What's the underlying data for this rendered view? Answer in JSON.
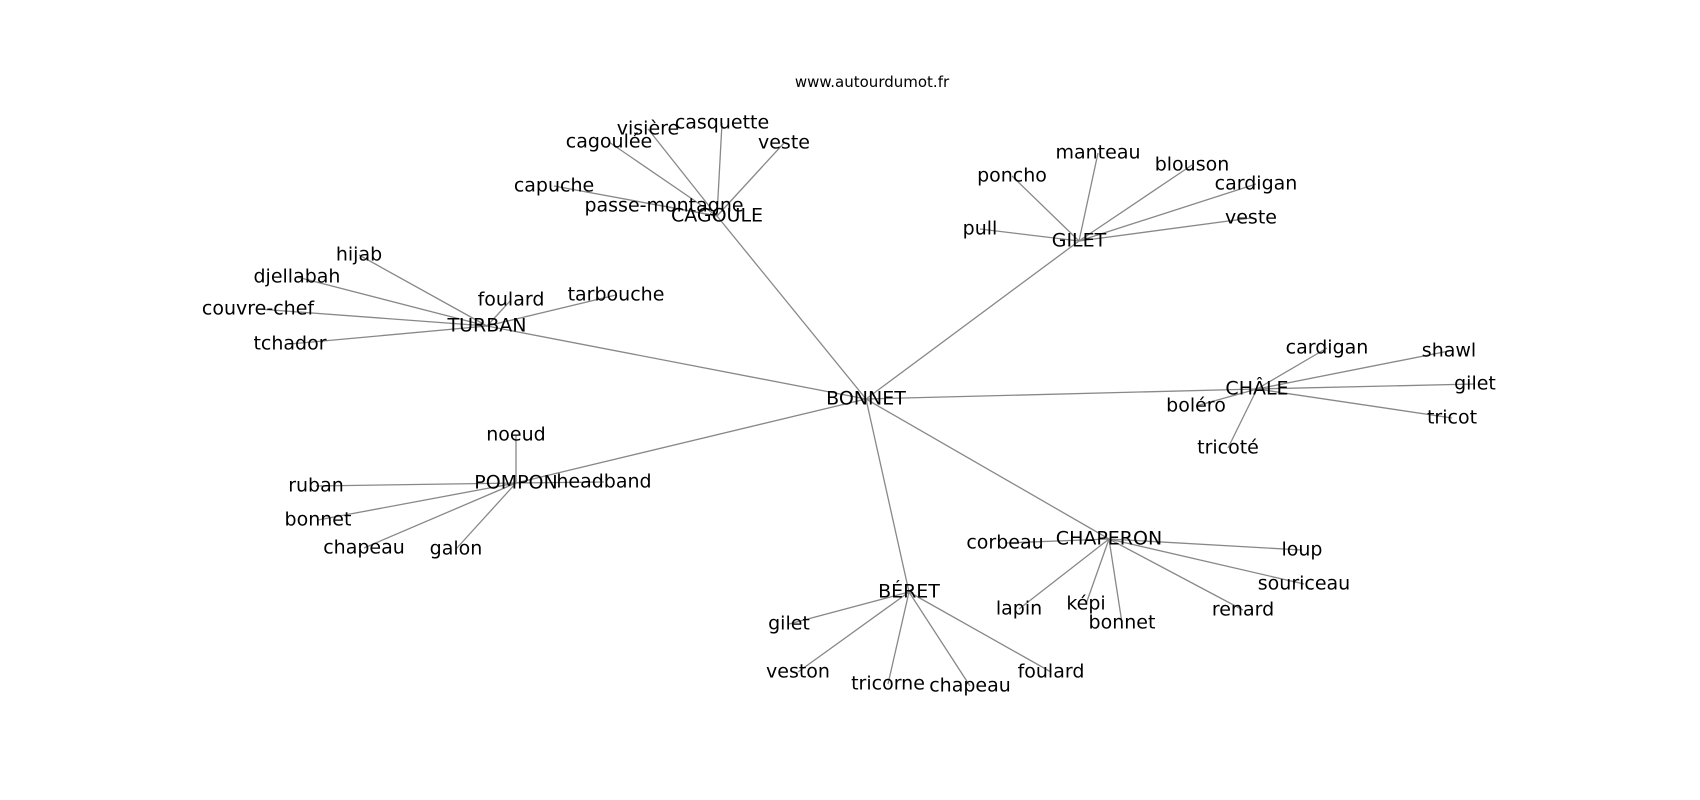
{
  "header": {
    "source_url": "www.autourdumot.fr"
  },
  "graph": {
    "center": "BONNET",
    "groups": [
      {
        "hub": "CAGOULE",
        "leaves": [
          "cagoulée",
          "visière",
          "casquette",
          "veste",
          "capuche",
          "passe-montagne"
        ]
      },
      {
        "hub": "GILET",
        "leaves": [
          "poncho",
          "manteau",
          "blouson",
          "cardigan",
          "veste",
          "pull"
        ]
      },
      {
        "hub": "TURBAN",
        "leaves": [
          "hijab",
          "djellabah",
          "couvre-chef",
          "tchador",
          "foulard",
          "tarbouche"
        ]
      },
      {
        "hub": "CHÂLE",
        "leaves": [
          "cardigan",
          "shawl",
          "gilet",
          "tricot",
          "boléro",
          "tricoté"
        ]
      },
      {
        "hub": "POMPON",
        "leaves": [
          "noeud",
          "ruban",
          "bonnet",
          "chapeau",
          "galon",
          "headband"
        ]
      },
      {
        "hub": "CHAPERON",
        "leaves": [
          "corbeau",
          "loup",
          "souriceau",
          "renard",
          "lapin",
          "képi",
          "bonnet"
        ]
      },
      {
        "hub": "BÉRET",
        "leaves": [
          "gilet",
          "veston",
          "tricorne",
          "chapeau",
          "foulard"
        ]
      }
    ]
  }
}
